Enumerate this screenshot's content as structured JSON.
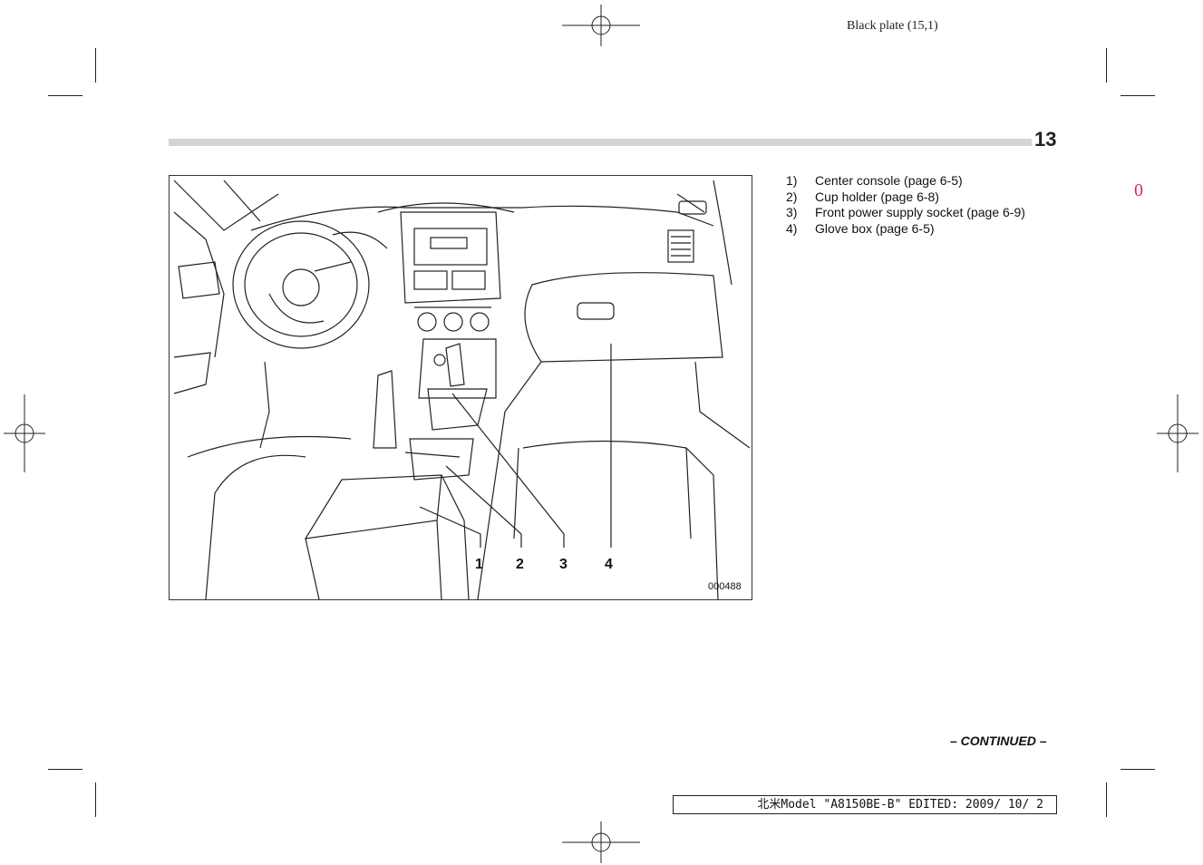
{
  "header": {
    "plate_label": "Black plate (15,1)"
  },
  "page": {
    "number": "13",
    "side_mark": "0"
  },
  "figure": {
    "callouts": [
      "1",
      "2",
      "3",
      "4"
    ],
    "code": "000488"
  },
  "legend": {
    "items": [
      {
        "num": "1)",
        "text": "Center console (page 6-5)"
      },
      {
        "num": "2)",
        "text": "Cup holder (page 6-8)"
      },
      {
        "num": "3)",
        "text": "Front power supply socket (page 6-9)"
      },
      {
        "num": "4)",
        "text": "Glove box (page 6-5)"
      }
    ]
  },
  "continued": "– CONTINUED –",
  "footer": {
    "edit_info": "北米Model \"A8150BE-B\" EDITED: 2009/ 10/ 2"
  },
  "colors": {
    "accent": "#e0207a",
    "bar": "#d4d4d4"
  }
}
